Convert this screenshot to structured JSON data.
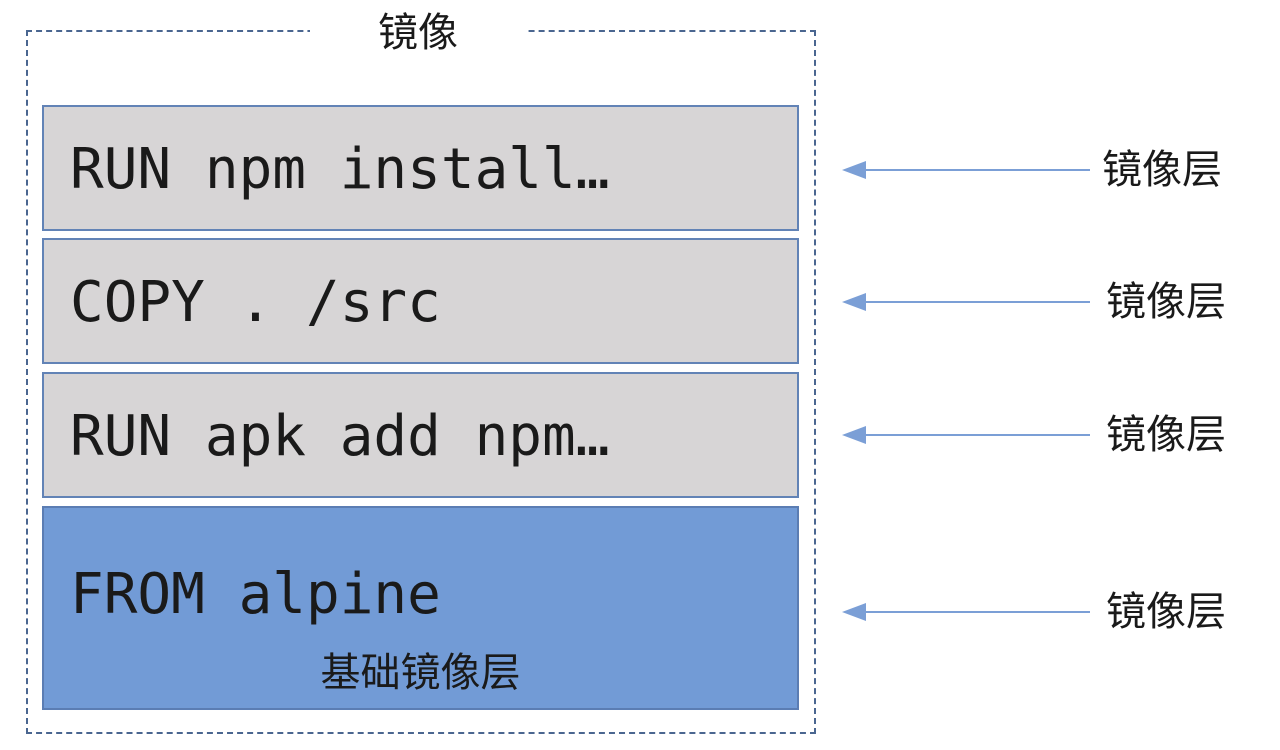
{
  "image_title": "镜像",
  "layers": [
    {
      "command": "RUN npm install…",
      "arrow_label": "镜像层"
    },
    {
      "command": "COPY . /src",
      "arrow_label": "镜像层"
    },
    {
      "command": "RUN apk add npm…",
      "arrow_label": "镜像层"
    },
    {
      "command": "FROM alpine",
      "sublabel": "基础镜像层",
      "arrow_label": "镜像层"
    }
  ],
  "colors": {
    "layer_fill": "#d7d5d6",
    "base_layer_fill": "#729bd6",
    "border": "#6283b6",
    "arrow": "#7b9fd6"
  }
}
